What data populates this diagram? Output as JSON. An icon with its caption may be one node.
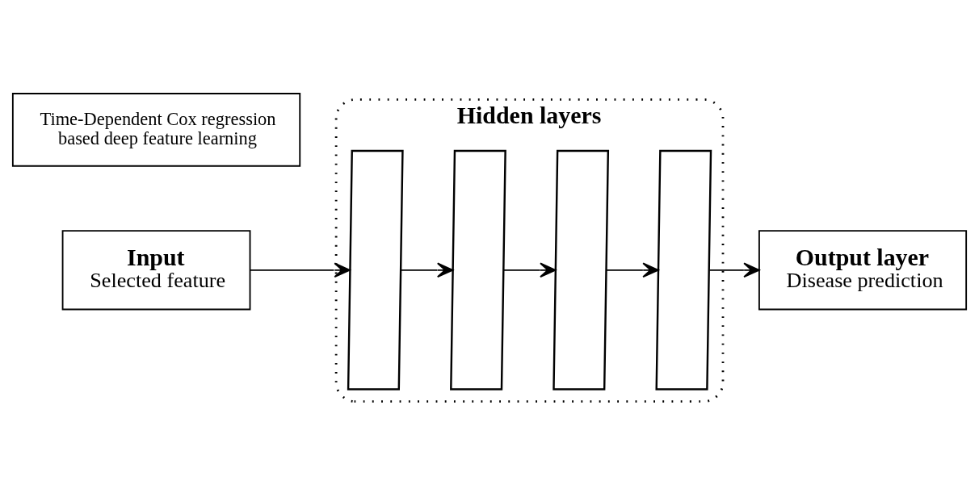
{
  "diagram": {
    "nodes": [
      {
        "text": [
          "Input",
          "Selected feature"
        ]
      },
      {
        "text": [
          "Hidden layers"
        ]
      },
      {
        "text": [],
        "shape": "parallelogram",
        "in": 1
      },
      {
        "text": [],
        "shape": "parallelogram",
        "in": 1
      },
      {
        "text": [],
        "shape": "parallelogram",
        "in": 1
      },
      {
        "text": [],
        "shape": "parallelogram",
        "in": 1
      },
      {
        "text": [
          "Output layer",
          "Disease prediction"
        ]
      },
      {
        "text": [
          "Time-Dependent Cox regression based deep feature learning"
        ]
      }
    ],
    "edges": [
      {
        "from": 0,
        "to": 2,
        "arrow": "to"
      },
      {
        "from": 2,
        "to": 3,
        "arrow": "to"
      },
      {
        "from": 3,
        "to": 4,
        "arrow": "to"
      },
      {
        "from": 4,
        "to": 5,
        "arrow": "to"
      },
      {
        "from": 5,
        "to": 6,
        "arrow": "to"
      }
    ]
  }
}
